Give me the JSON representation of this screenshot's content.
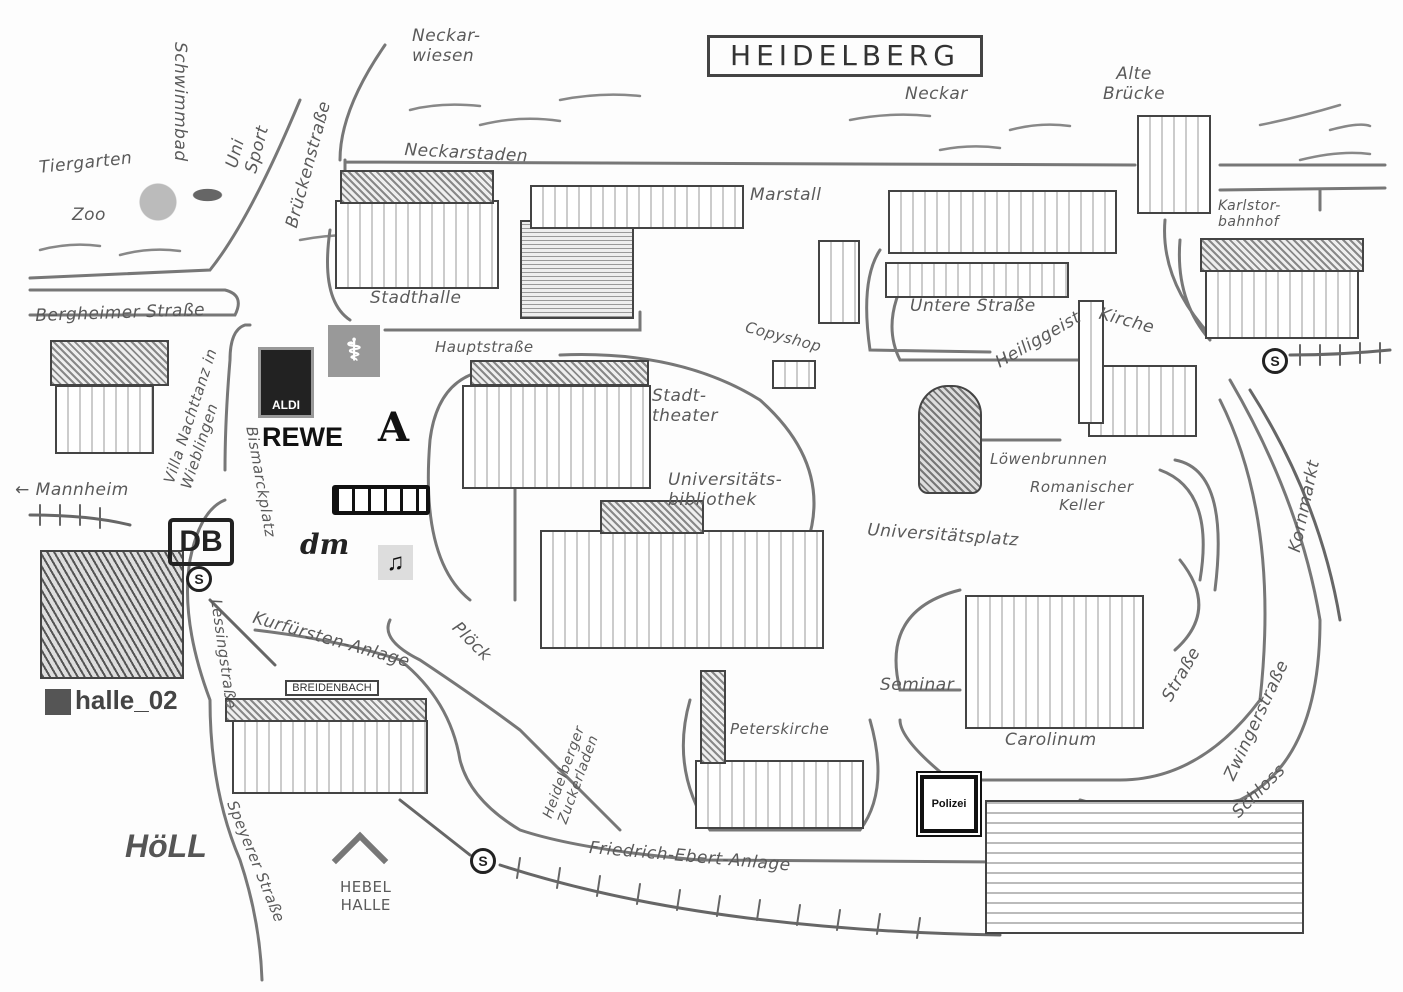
{
  "title": "HEIDELBERG",
  "labels": {
    "neckarwiesen_1": "Neckar-",
    "neckarwiesen_2": "wiesen",
    "neckar": "Neckar",
    "alte_bruecke_1": "Alte",
    "alte_bruecke_2": "Brücke",
    "neckarstaden": "Neckarstaden",
    "schwimmbad": "Schwimmbad",
    "tiergarten": "Tiergarten",
    "uni_sport_1": "Uni",
    "uni_sport_2": "Sport",
    "zoo": "Zoo",
    "brueckenstrasse": "Brückenstraße",
    "stadthalle": "Stadthalle",
    "marstall": "Marstall",
    "untere_strasse": "Untere Straße",
    "heiliggeist": "Heiliggeist",
    "kirche": "Kirche",
    "karlstorbahnhof_1": "Karlstor-",
    "karlstorbahnhof_2": "bahnhof",
    "copyshop": "Copyshop",
    "bergheimer_strasse": "Bergheimer Straße",
    "hauptstrasse": "Hauptstraße",
    "stadttheater_1": "Stadt-",
    "stadttheater_2": "theater",
    "villa_1": "Villa Nachttanz in",
    "villa_2": "Wieblingen",
    "bismarckplatz": "Bismarckplatz",
    "mannheim": "← Mannheim",
    "unibib_1": "Universitäts-",
    "unibib_2": "bibliothek",
    "loewenbrunnen": "Löwenbrunnen",
    "romanischer_1": "Romanischer",
    "romanischer_2": "Keller",
    "universitaetsplatz": "Universitätsplatz",
    "kornmarkt": "Kornmarkt",
    "lessingstrasse": "Lessingstraße",
    "kurfuersten_anlage": "Kurfürsten-Anlage",
    "ploeck": "Plöck",
    "seminar": "Seminar",
    "strasse": "Straße",
    "carolinum": "Carolinum",
    "zwingerstrasse": "Zwingerstraße",
    "schloss": "Schloss",
    "peterskirche": "Peterskirche",
    "zuckerladen_1": "Heidelberger",
    "zuckerladen_2": "Zuckerladen",
    "friedrich_ebert_anlage": "Friedrich-Ebert-Anlage",
    "speyerer_strasse": "Speyerer Straße",
    "hebel_1": "HEBEL",
    "hebel_2": "HALLE"
  },
  "logos": {
    "rewe": "REWE",
    "db": "DB",
    "dm": "dm",
    "aldi": "ALDI",
    "halle02": "halle_02",
    "breidenbach": "BREIDENBACH",
    "polizei": "Polizei",
    "apotheke": "A",
    "hoell": "HöLL",
    "sbahn": "S"
  }
}
